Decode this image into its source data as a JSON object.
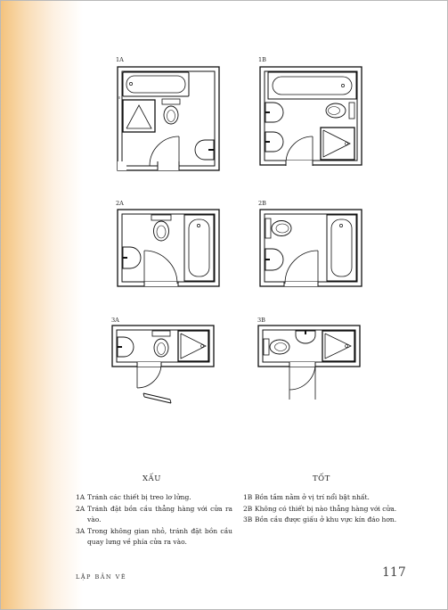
{
  "plans": [
    {
      "label": "1A"
    },
    {
      "label": "1B"
    },
    {
      "label": "2A"
    },
    {
      "label": "2B"
    },
    {
      "label": "3A"
    },
    {
      "label": "3B"
    }
  ],
  "bad": {
    "heading": "XẤU",
    "items": [
      {
        "num": "1A",
        "text": "Tránh các thiết bị treo lơ lửng."
      },
      {
        "num": "2A",
        "text": "Tránh đặt bồn cầu thẳng hàng với cửa ra vào."
      },
      {
        "num": "3A",
        "text": "Trong không gian nhỏ, tránh đặt bồn cầu quay lưng về phía cửa ra vào."
      }
    ]
  },
  "good": {
    "heading": "TỐT",
    "items": [
      {
        "num": "1B",
        "text": "Bồn tắm nằm ở vị trí nổi bật nhất."
      },
      {
        "num": "2B",
        "text": "Không có thiết bị nào thẳng hàng với cửa."
      },
      {
        "num": "3B",
        "text": "Bồn cầu được giấu ở khu vực kín đáo hơn."
      }
    ]
  },
  "footer": {
    "title": "LẬP BẢN VẼ",
    "page_number": "117"
  }
}
